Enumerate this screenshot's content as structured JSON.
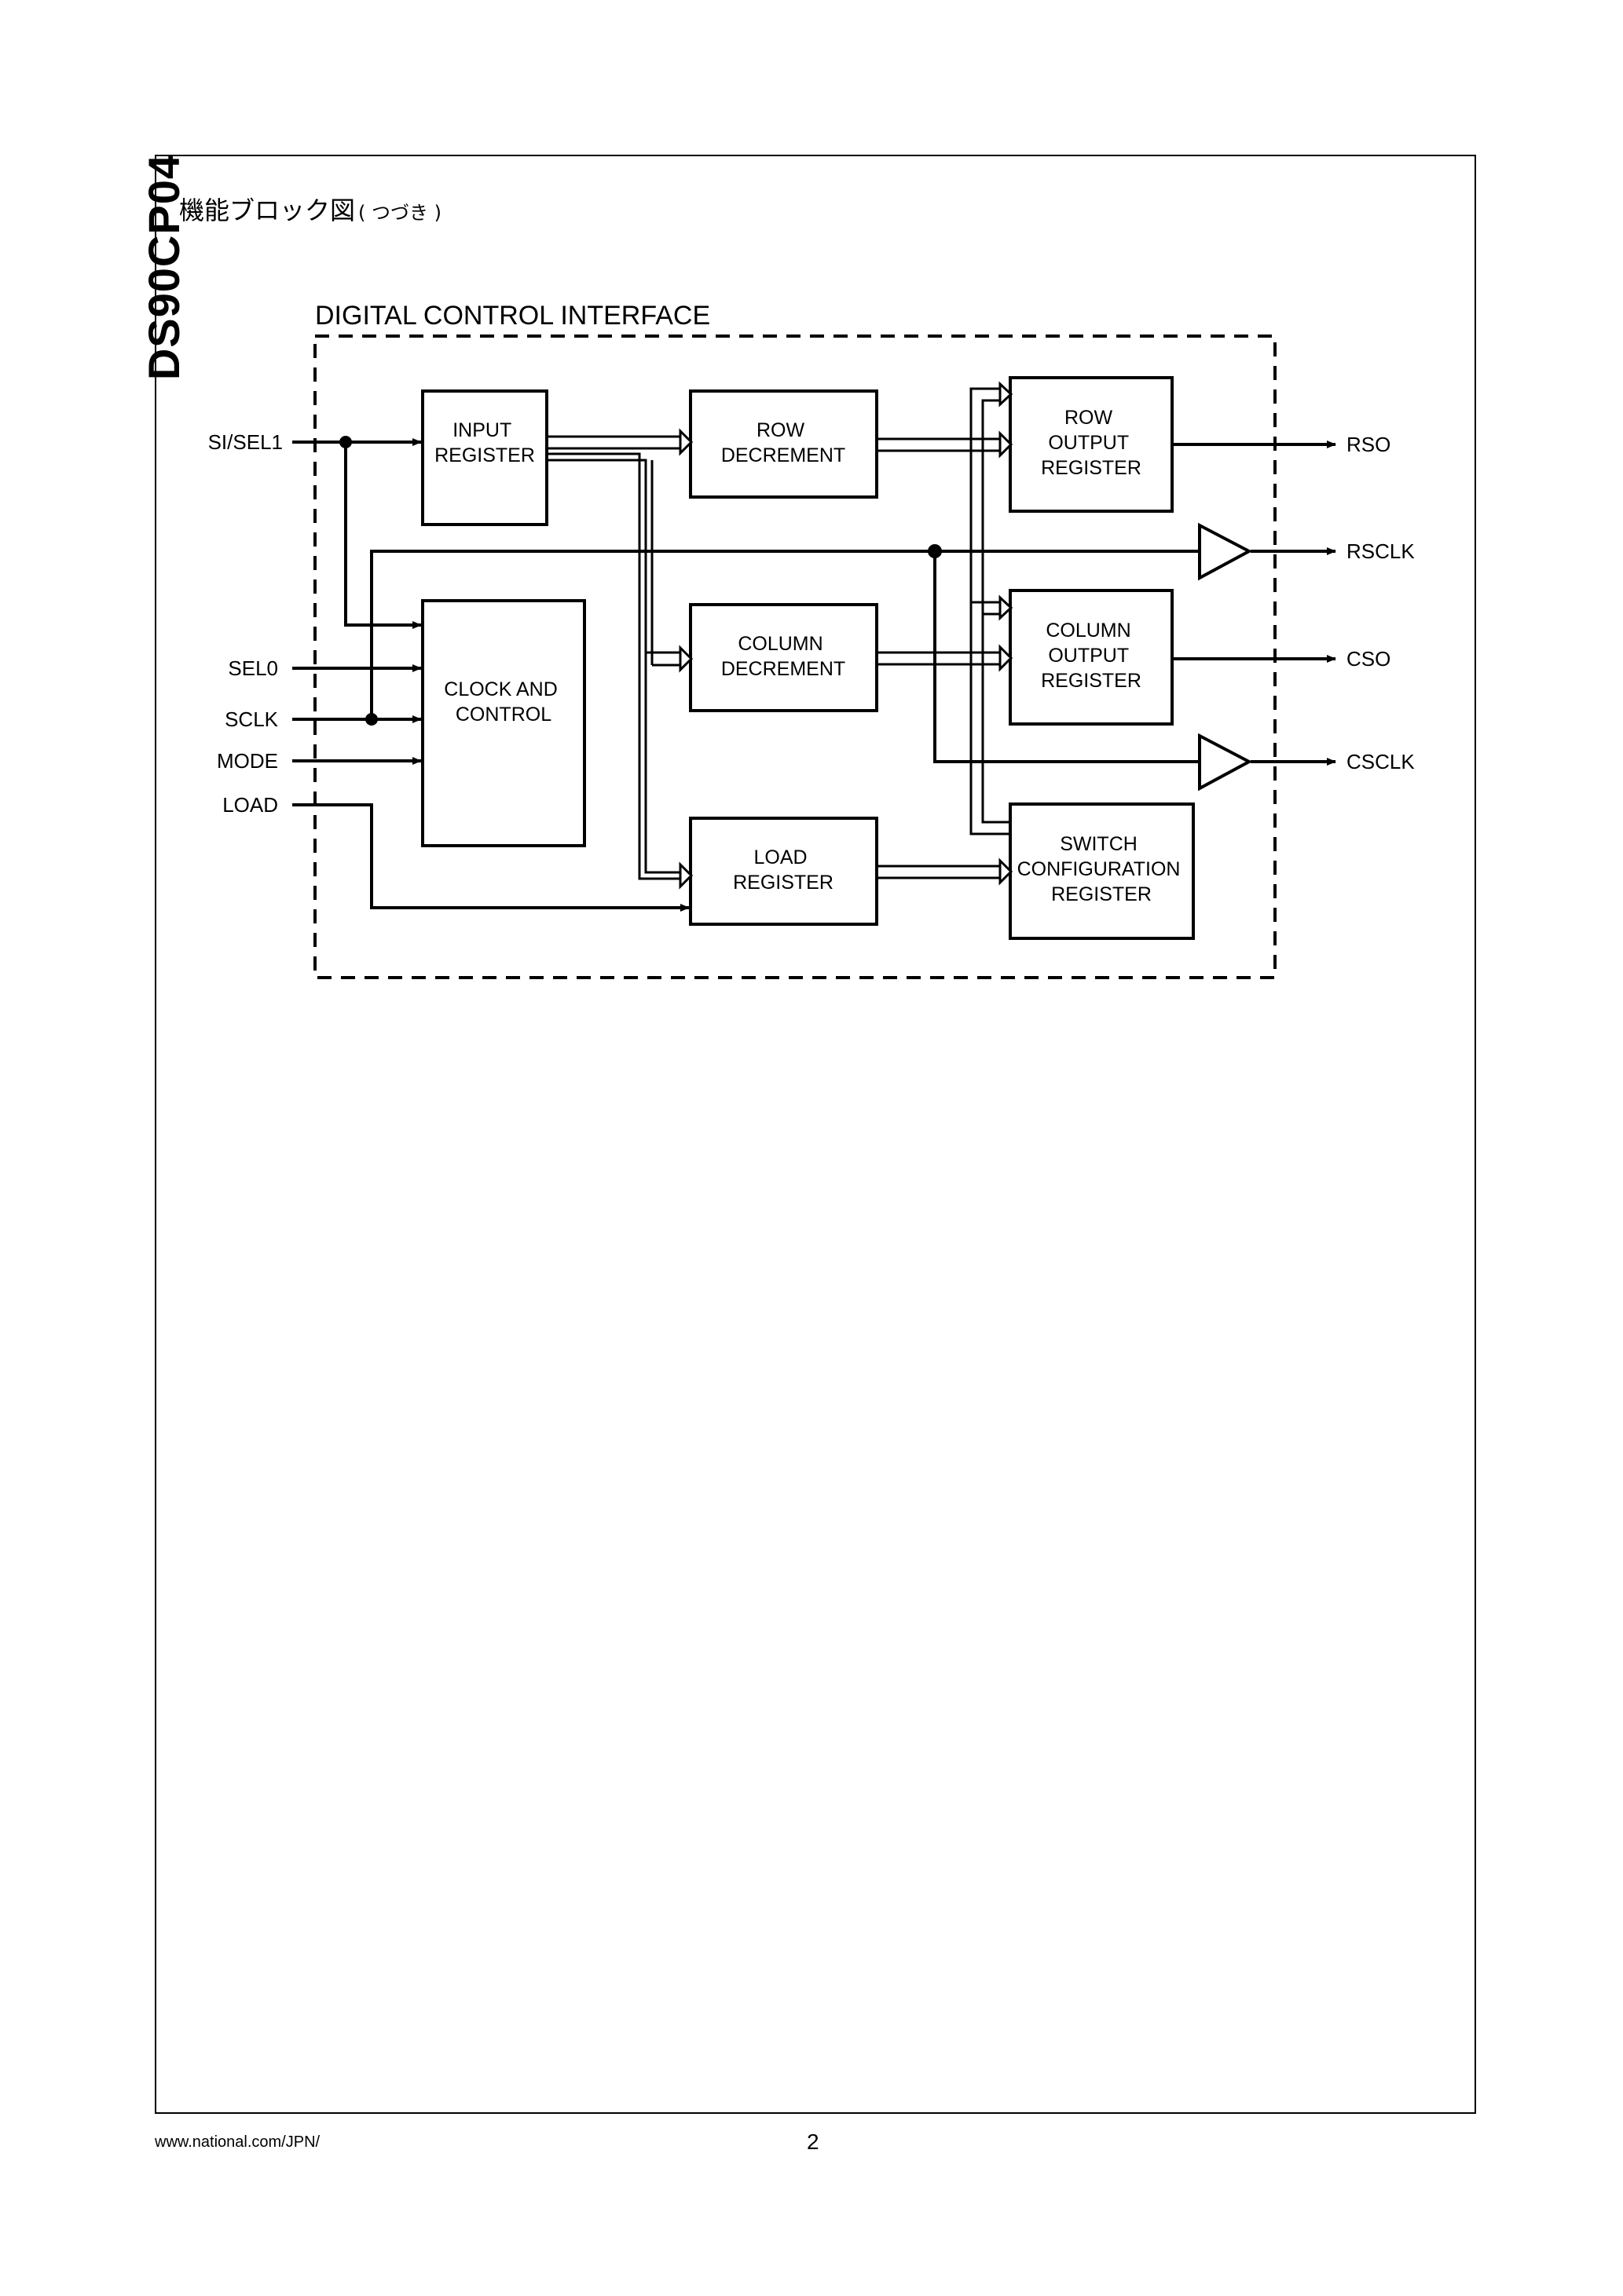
{
  "document": {
    "side_title": "DS90CP04",
    "section_heading": "機能ブロック図",
    "section_heading_suffix": "( つづき )",
    "footer_url": "www.national.com/JPN/",
    "page_number": "2"
  },
  "diagram": {
    "title": "DIGITAL CONTROL INTERFACE",
    "inputs": [
      "SI/SEL1",
      "SEL0",
      "SCLK",
      "MODE",
      "LOAD"
    ],
    "outputs": [
      "RSO",
      "RSCLK",
      "CSO",
      "CSCLK"
    ],
    "blocks": {
      "input_register": [
        "INPUT",
        "REGISTER"
      ],
      "clock_and_control": [
        "CLOCK AND",
        "CONTROL"
      ],
      "row_decrement": [
        "ROW",
        "DECREMENT"
      ],
      "column_decrement": [
        "COLUMN",
        "DECREMENT"
      ],
      "load_register": [
        "LOAD",
        "REGISTER"
      ],
      "row_output_register": [
        "ROW",
        "OUTPUT",
        "REGISTER"
      ],
      "column_output_register": [
        "COLUMN",
        "OUTPUT",
        "REGISTER"
      ],
      "switch_configuration_register": [
        "SWITCH",
        "CONFIGURATION",
        "REGISTER"
      ]
    }
  }
}
